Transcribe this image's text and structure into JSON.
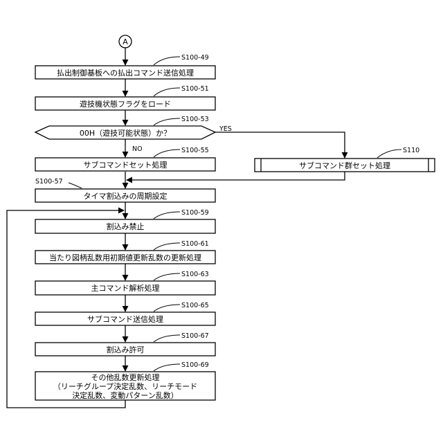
{
  "connector": "A",
  "steps": {
    "s49": {
      "label": "S100-49",
      "text": "払出制御基板への払出コマンド送信処理"
    },
    "s51": {
      "label": "S100-51",
      "text": "遊技機状態フラグをロード"
    },
    "s53": {
      "label": "S100-53",
      "text": "00H（遊技可能状態）か？"
    },
    "s55": {
      "label": "S100-55",
      "text": "サブコマンドセット処理"
    },
    "s110": {
      "label": "S110",
      "text": "サブコマンド群セット処理"
    },
    "s57": {
      "label": "S100-57",
      "text": "タイマ割込みの周期設定"
    },
    "s59": {
      "label": "S100-59",
      "text": "割込み禁止"
    },
    "s61": {
      "label": "S100-61",
      "text": "当たり図柄乱数用初期値更新乱数の更新処理"
    },
    "s63": {
      "label": "S100-63",
      "text": "主コマンド解析処理"
    },
    "s65": {
      "label": "S100-65",
      "text": "サブコマンド送信処理"
    },
    "s67": {
      "label": "S100-67",
      "text": "割込み許可"
    },
    "s69": {
      "label": "S100-69",
      "line1": "その他乱数更新処理",
      "line2": "（リーチグループ決定乱数、リーチモード",
      "line3": "決定乱数、変動パターン乱数）"
    }
  },
  "branches": {
    "yes": "YES",
    "no": "NO"
  }
}
